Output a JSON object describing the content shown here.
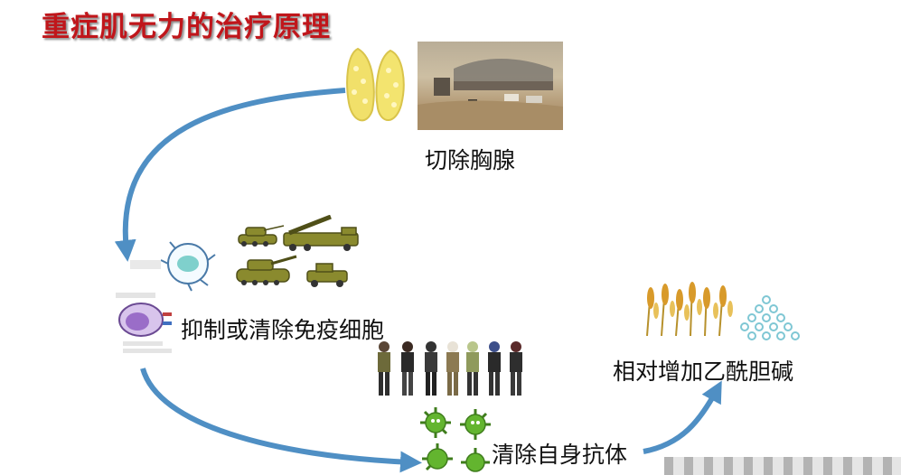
{
  "title": "重症肌无力的治疗原理",
  "labels": {
    "thymectomy": "切除胸腺",
    "immune": "抑制或清除免疫细胞",
    "antibodies": "清除自身抗体",
    "ach": "相对增加乙酰胆碱"
  },
  "icons": {
    "thymus": "thymus-icon",
    "surgery": "surgery-scene-photo",
    "immune_cells": "immune-cell-icon",
    "military": "tank-icon",
    "soldiers": "soldier-icon",
    "virus": "virus-icon",
    "wheat": "wheat-icon",
    "acetylcholine": "molecule-dots-icon"
  },
  "colors": {
    "title": "#c0161b",
    "arrow": "#4f8fc4",
    "thymus": "#f1e06a",
    "virus": "#63b52f",
    "military": "#8a8a2e",
    "wheat": "#d89a2a"
  }
}
